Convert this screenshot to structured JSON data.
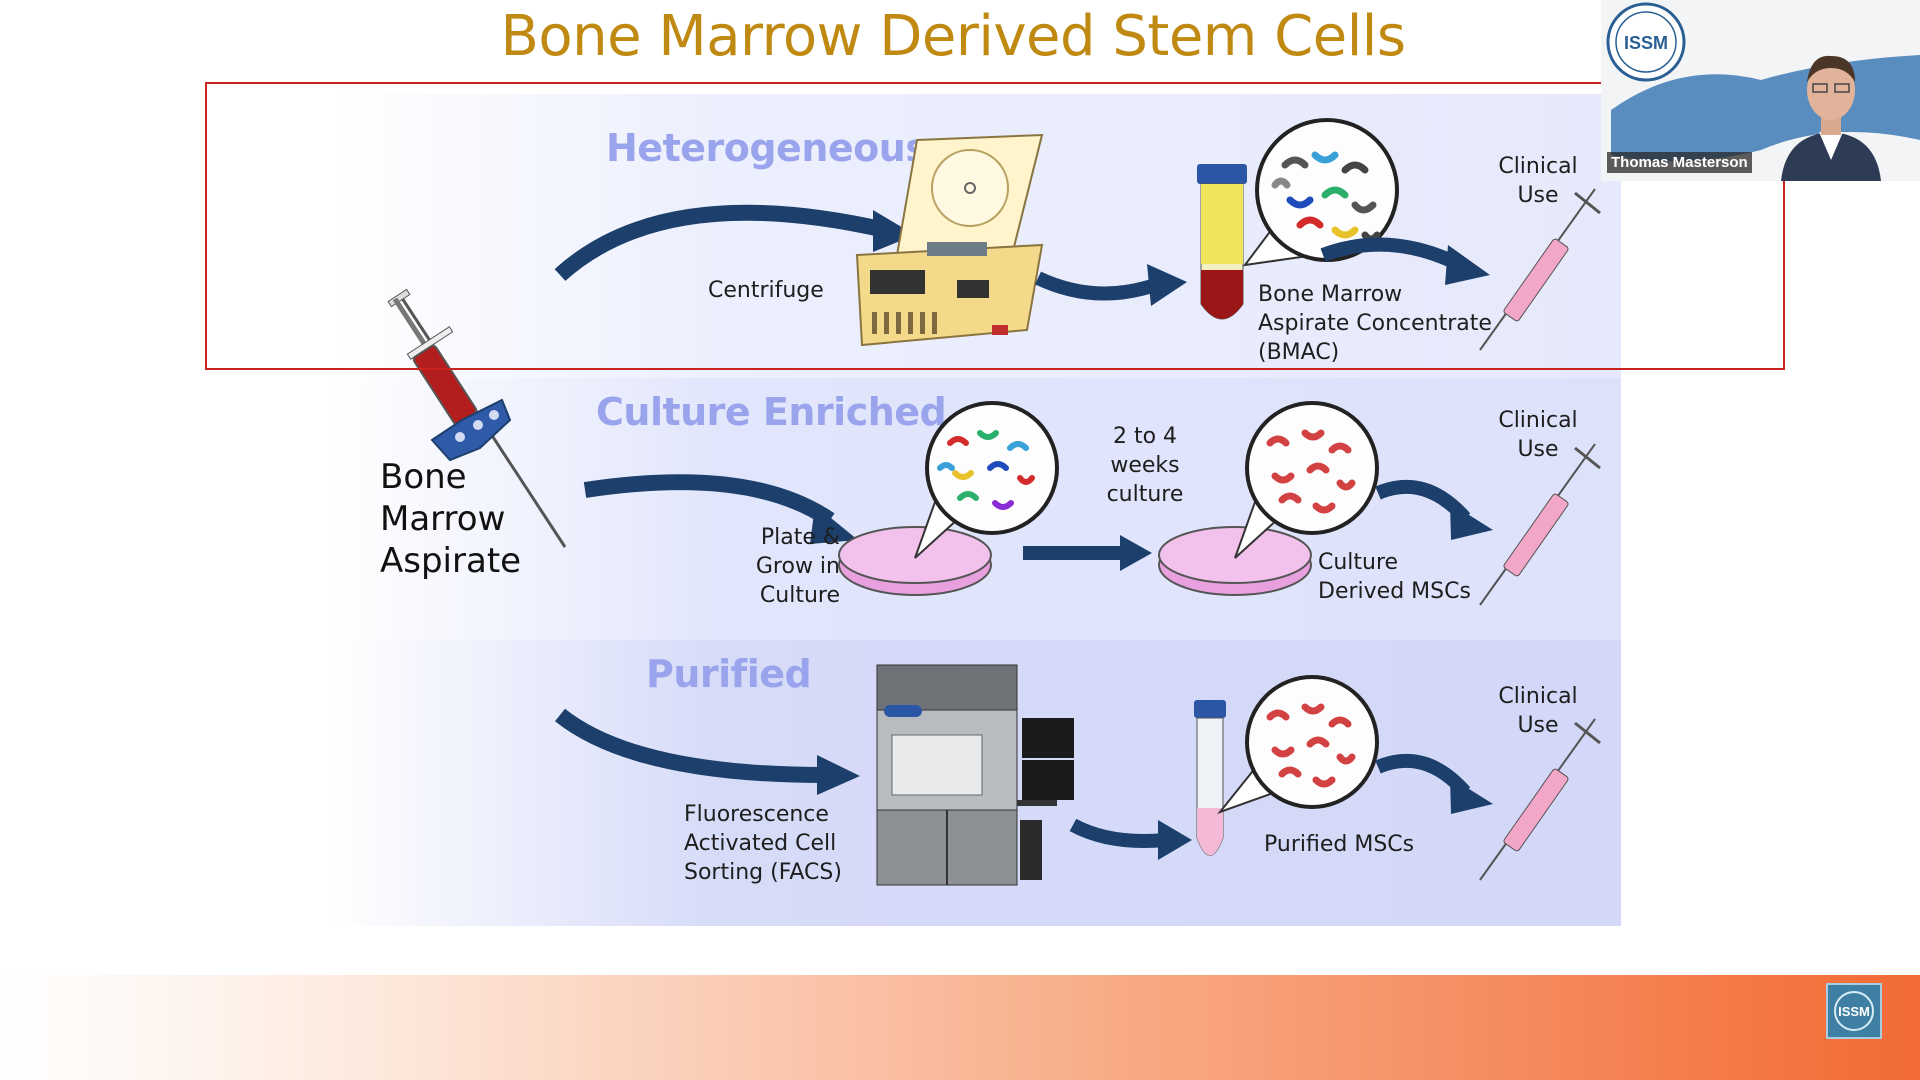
{
  "slide": {
    "title": "Bone Marrow Derived Stem Cells",
    "sections": {
      "heterogeneous": {
        "title": "Heterogeneous",
        "step_label": "Centrifuge",
        "result_label": [
          "Bone Marrow",
          "Aspirate Concentrate",
          "(BMAC)"
        ],
        "end_label": [
          "Clinical",
          "Use"
        ]
      },
      "culture_enriched": {
        "title": "Culture Enriched",
        "step_label": [
          "Plate &",
          "Grow in",
          "Culture"
        ],
        "duration_label": [
          "2 to 4",
          "weeks",
          "culture"
        ],
        "result_label": [
          "Culture",
          "Derived MSCs"
        ],
        "end_label": [
          "Clinical",
          "Use"
        ]
      },
      "purified": {
        "title": "Purified",
        "step_label": [
          "Fluorescence",
          "Activated Cell",
          "Sorting (FACS)"
        ],
        "result_label": "Purified MSCs",
        "end_label": [
          "Clinical",
          "Use"
        ]
      }
    },
    "source_label": [
      "Bone",
      "Marrow",
      "Aspirate"
    ],
    "logo_text": "ISSM"
  },
  "video_tile": {
    "participant_name": "Thomas Masterson",
    "logo_text": "ISSM"
  },
  "colors": {
    "title": "#c08a12",
    "section_title": "#9aa4ec",
    "arrow": "#1d3f6c",
    "highlight_box": "#c8231e",
    "brand_orange": "#f26a34"
  }
}
